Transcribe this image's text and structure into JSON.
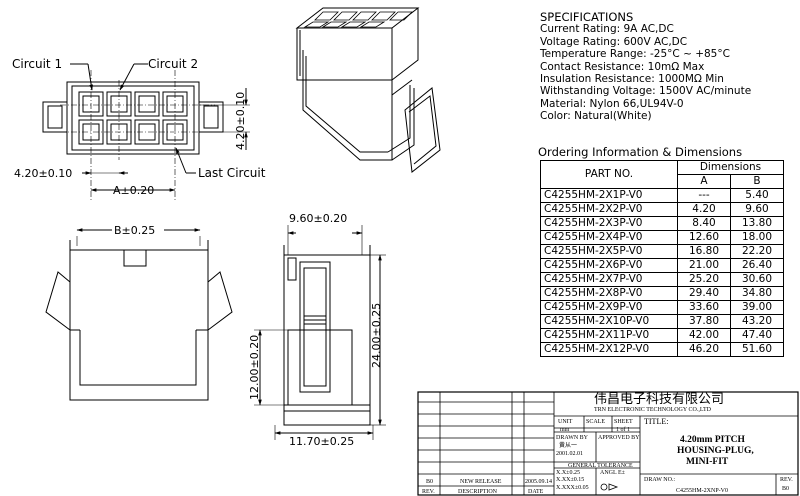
{
  "front_view": {
    "circuit1": "Circuit 1",
    "circuit2": "Circuit 2",
    "last_circuit": "Last Circuit",
    "dim_pitch_h": "4.20±0.10",
    "dim_pitch_v": "4.20±0.10",
    "dim_a": "A±0.20"
  },
  "side_view": {
    "dim_b": "B±0.25"
  },
  "end_view": {
    "dim_width": "9.60±0.20",
    "dim_height": "24.00±0.25",
    "dim_lower": "12.00±0.20",
    "dim_bottom": "11.70±0.25"
  },
  "specifications": {
    "title": "SPECIFICATIONS",
    "lines": [
      "Current Rating: 9A AC,DC",
      "Voltage Rating: 600V AC,DC",
      "Temperature Range: -25°C ~ +85°C",
      "Contact Resistance: 10mΩ Max",
      "Insulation Resistance: 1000MΩ Min",
      "Withstanding Voltage: 1500V AC/minute",
      "Material: Nylon 66,UL94V-0",
      "Color: Natural(White)"
    ]
  },
  "ordering": {
    "title": "Ordering Information & Dimensions",
    "header_part": "PART NO.",
    "header_dims": "Dimensions",
    "header_a": "A",
    "header_b": "B",
    "rows": [
      [
        "C4255HM-2X1P-V0",
        "---",
        "5.40"
      ],
      [
        "C4255HM-2X2P-V0",
        "4.20",
        "9.60"
      ],
      [
        "C4255HM-2X3P-V0",
        "8.40",
        "13.80"
      ],
      [
        "C4255HM-2X4P-V0",
        "12.60",
        "18.00"
      ],
      [
        "C4255HM-2X5P-V0",
        "16.80",
        "22.20"
      ],
      [
        "C4255HM-2X6P-V0",
        "21.00",
        "26.40"
      ],
      [
        "C4255HM-2X7P-V0",
        "25.20",
        "30.60"
      ],
      [
        "C4255HM-2X8P-V0",
        "29.40",
        "34.80"
      ],
      [
        "C4255HM-2X9P-V0",
        "33.60",
        "39.00"
      ],
      [
        "C4255HM-2X10P-V0",
        "37.80",
        "43.20"
      ],
      [
        "C4255HM-2X11P-V0",
        "42.00",
        "47.40"
      ],
      [
        "C4255HM-2X12P-V0",
        "46.20",
        "51.60"
      ]
    ]
  },
  "title_block": {
    "company_cn": "伟昌电子科技有限公司",
    "company_en": "TRN ELECTRONIC TECHNOLOGY CO.,LTD",
    "title_label": "TITLE:",
    "title_line1": "4.20mm PITCH",
    "title_line2": "HOUSING-PLUG,",
    "title_line3": "MINI-FIT",
    "unit_label": "UNIT",
    "unit_value": "mm",
    "scale_label": "SCALE",
    "sheet_label": "SHEET",
    "sheet_value": "1 of 1",
    "drawn_label": "DRAWN BY",
    "drawn_name": "黄从一",
    "drawn_date": "2001.02.01",
    "approved_label": "APPROVED BY",
    "tolerance_label": "GENERAL TOLERANCE",
    "tol1": "X.X±0.25",
    "tol2": "X.XX±0.15",
    "tol3": "X.XXX±0.05",
    "angle_label": "ANGL E±",
    "draw_no_label": "DRAW NO.:",
    "draw_no": "C4255HM-2XNP-V0",
    "rev_label": "REV.",
    "rev_value": "B0",
    "rev_col": "REV.",
    "desc_col": "DESCRIPTION",
    "date_col": "DATE",
    "rev_row": "B0",
    "release_row": "NEW RELEASE",
    "date_row": "2005.09.14"
  }
}
